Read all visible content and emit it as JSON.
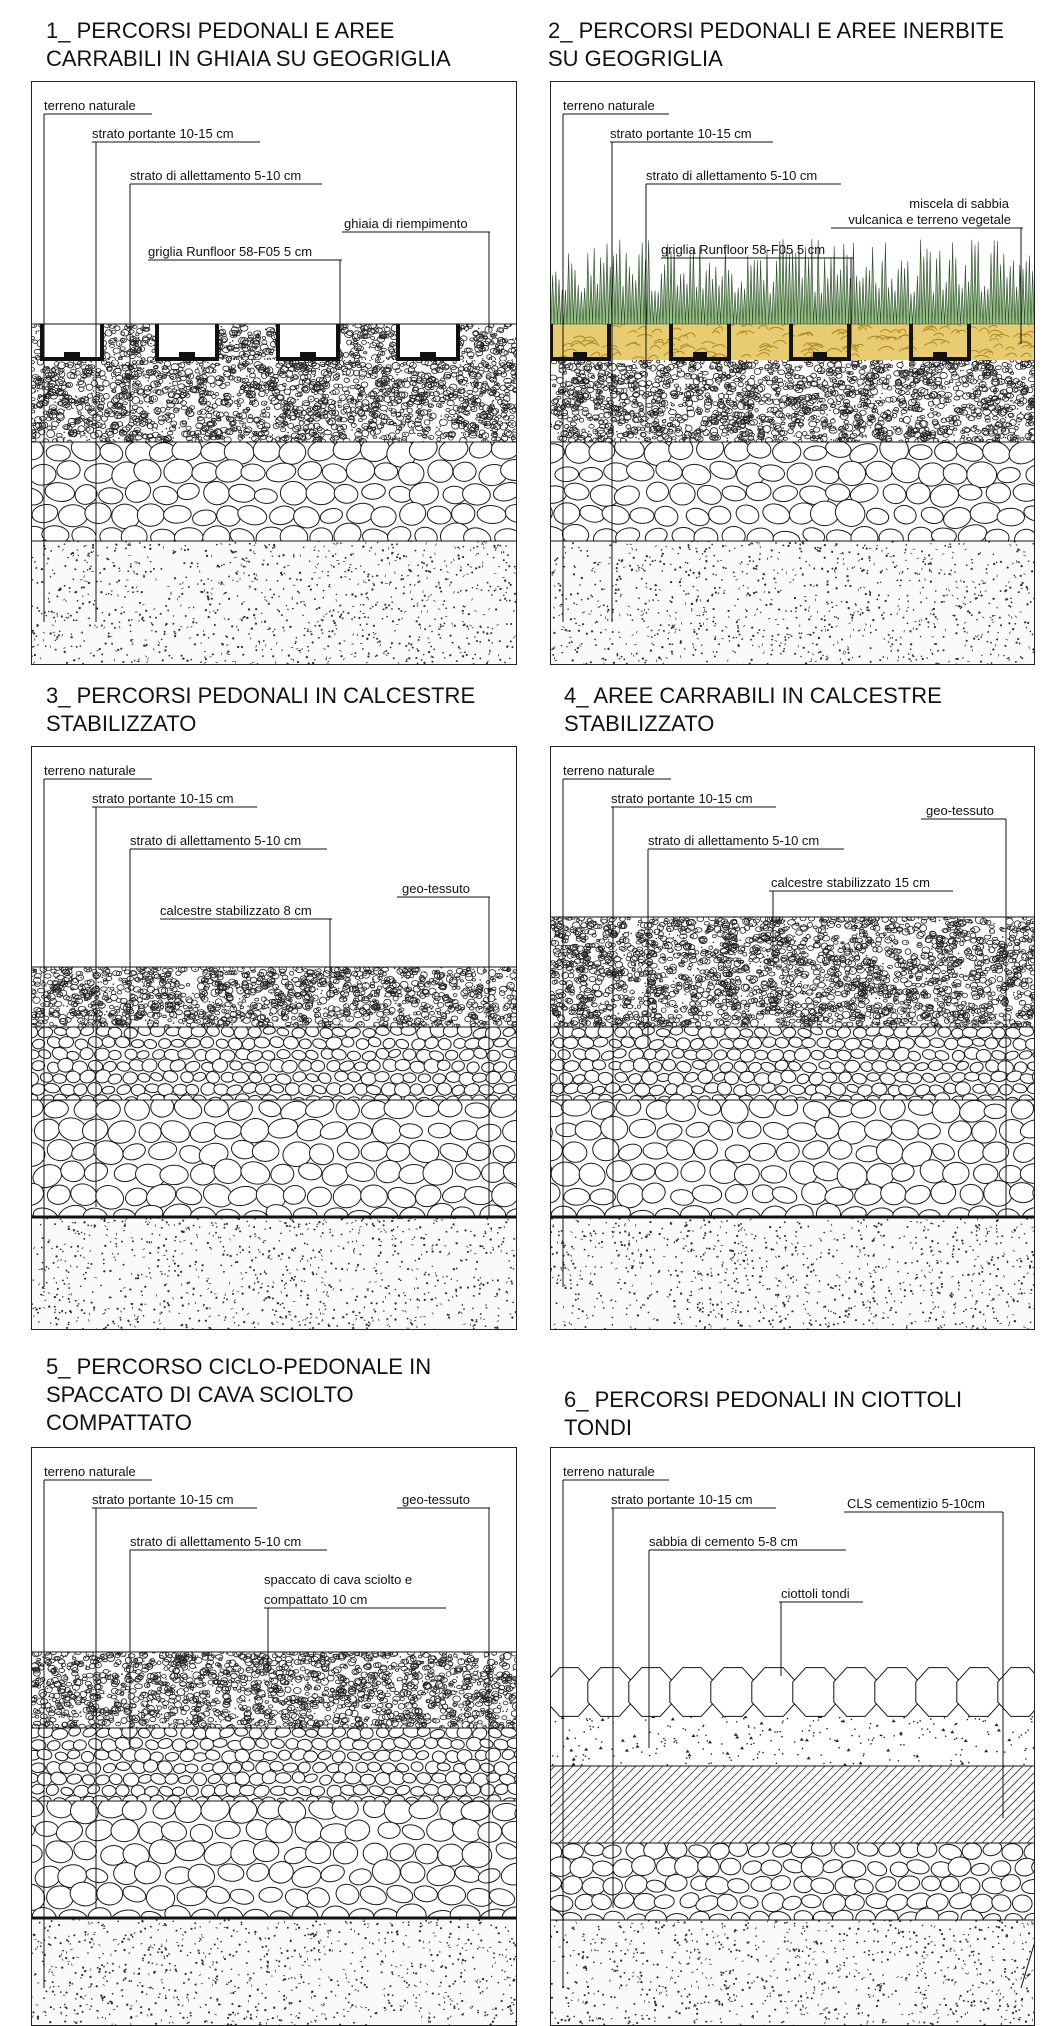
{
  "sections": [
    {
      "id": "s1",
      "title": "1_ PERCORSI PEDONALI E AREE\n    CARRABILI IN GHIAIA SU GEOGRIGLIA",
      "labels": [
        "terreno naturale",
        "strato portante 10-15 cm",
        "strato di allettamento 5-10 cm",
        "ghiaia di riempimento",
        "griglia Runfloor 58-F05 5 cm"
      ]
    },
    {
      "id": "s2",
      "title": "2_ PERCORSI PEDONALI E AREE INERBITE\n    SU GEOGRIGLIA",
      "labels": [
        "terreno naturale",
        "strato portante 10-15 cm",
        "strato di allettamento 5-10 cm",
        "miscela di sabbia",
        "vulcanica e terreno vegetale",
        "griglia Runfloor 58-F05 5 cm"
      ]
    },
    {
      "id": "s3",
      "title": "3_ PERCORSI PEDONALI IN CALCESTRE\n    STABILIZZATO",
      "labels": [
        "terreno naturale",
        "strato portante 10-15 cm",
        "strato di allettamento 5-10 cm",
        "geo-tessuto",
        "calcestre stabilizzato 8 cm"
      ]
    },
    {
      "id": "s4",
      "title": "4_ AREE CARRABILI IN CALCESTRE\n    STABILIZZATO",
      "labels": [
        "terreno naturale",
        "strato portante 10-15 cm",
        "geo-tessuto",
        "strato di allettamento 5-10 cm",
        "calcestre stabilizzato 15 cm"
      ]
    },
    {
      "id": "s5",
      "title": "5_ PERCORSO CICLO-PEDONALE IN\n    SPACCATO DI CAVA SCIOLTO\n    COMPATTATO",
      "labels": [
        "terreno naturale",
        "strato portante 10-15 cm",
        "geo-tessuto",
        "strato di allettamento 5-10 cm",
        "spaccato di cava sciolto e",
        "compattato 10 cm"
      ]
    },
    {
      "id": "s6",
      "title": "6_ PERCORSI PEDONALI IN CIOTTOLI\n    TONDI",
      "labels": [
        "terreno naturale",
        "strato portante 10-15 cm",
        "CLS cementizio 5-10cm",
        "sabbia di cemento 5-8 cm",
        "ciottoli tondi"
      ]
    }
  ],
  "colors": {
    "line": "#111111",
    "grass": "#7fae72",
    "grass_fill": "#95bf85",
    "gold": "#b08a1e",
    "gold_light": "#e7cc74"
  }
}
